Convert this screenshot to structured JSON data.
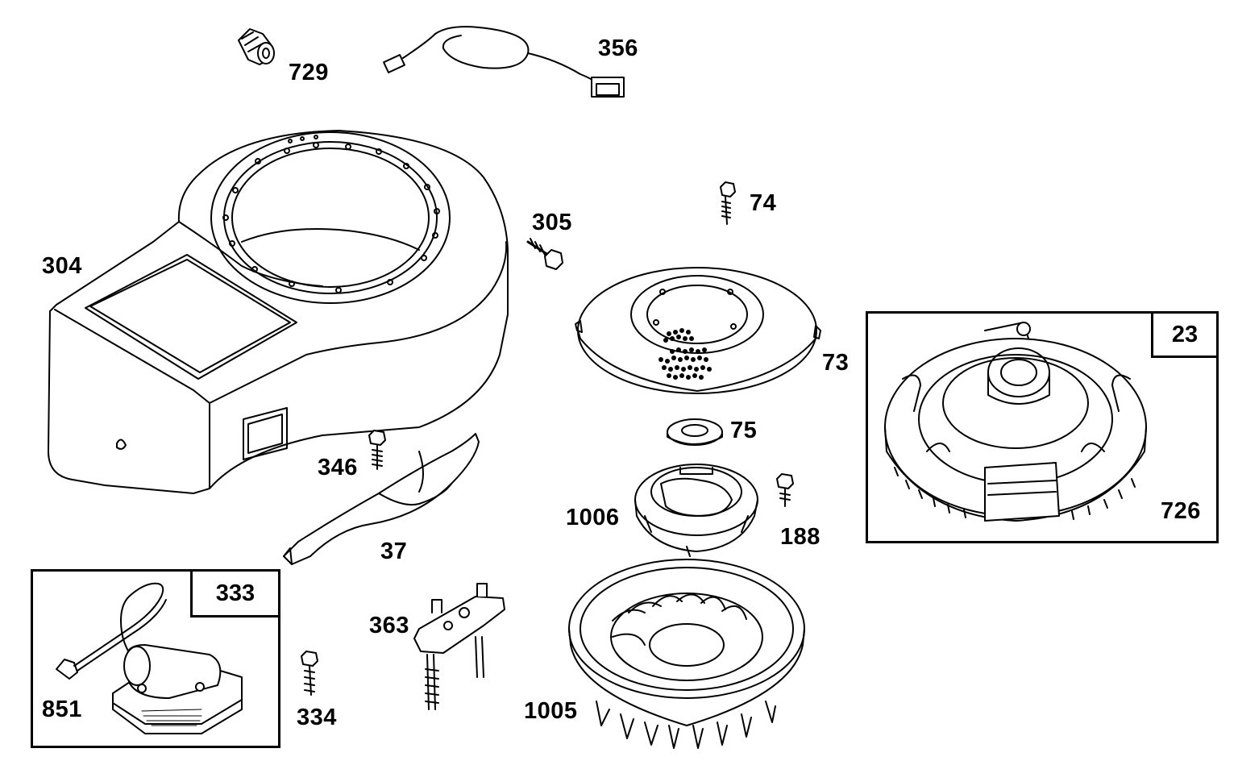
{
  "labels": {
    "p729": "729",
    "p356": "356",
    "p304": "304",
    "p305": "305",
    "p74": "74",
    "p73": "73",
    "p75": "75",
    "p346": "346",
    "p37": "37",
    "p1006": "1006",
    "p188": "188",
    "p23": "23",
    "p726": "726",
    "p333": "333",
    "p851": "851",
    "p334": "334",
    "p363": "363",
    "p1005": "1005"
  },
  "colors": {
    "line": "#000000",
    "background": "#ffffff"
  }
}
